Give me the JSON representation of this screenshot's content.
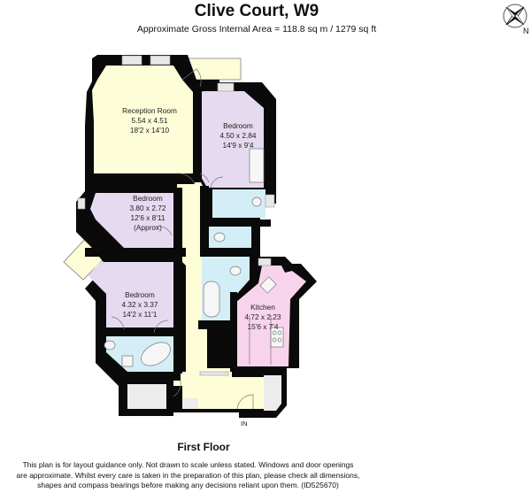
{
  "header": {
    "title": "Clive Court, W9",
    "subtitle": "Approximate Gross Internal Area = 118.8 sq m / 1279 sq ft"
  },
  "compass": {
    "icon": "compass-rose-icon",
    "label": "N"
  },
  "floor": {
    "label": "First Floor"
  },
  "rooms": [
    {
      "name": "Reception Room",
      "metric": "5.54 x 4.51",
      "imperial": "18'2 x 14'10",
      "note": ""
    },
    {
      "name": "Bedroom",
      "metric": "4.50 x 2.84",
      "imperial": "14'9 x 9'4",
      "note": ""
    },
    {
      "name": "Bedroom",
      "metric": "3.80 x 2.72",
      "imperial": "12'6 x 8'11",
      "note": "(Approx)"
    },
    {
      "name": "Bedroom",
      "metric": "4.32 x 3.37",
      "imperial": "14'2 x 11'1",
      "note": ""
    },
    {
      "name": "Kitchen",
      "metric": "4.72 x 2.23",
      "imperial": "15'6 x 7'4",
      "note": ""
    }
  ],
  "entrance": {
    "label": "IN"
  },
  "disclaimer": {
    "line1": "This plan is for layout guidance only. Not drawn to scale unless stated. Windows and door openings",
    "line2": "are approximate. Whilst every care is taken in the preparation of this plan, please check all dimensions,",
    "line3": "shapes and compass bearings before making any decisions reliant upon them. (ID525670)"
  },
  "colors": {
    "reception": "#fdfdd8",
    "hall": "#fdfdd8",
    "bedroom": "#e6daf0",
    "bathroom": "#d3eef6",
    "kitchen": "#f8d4ec",
    "storage": "#ececec",
    "wall": "#0a0a0a",
    "window": "#e8e8e8"
  }
}
